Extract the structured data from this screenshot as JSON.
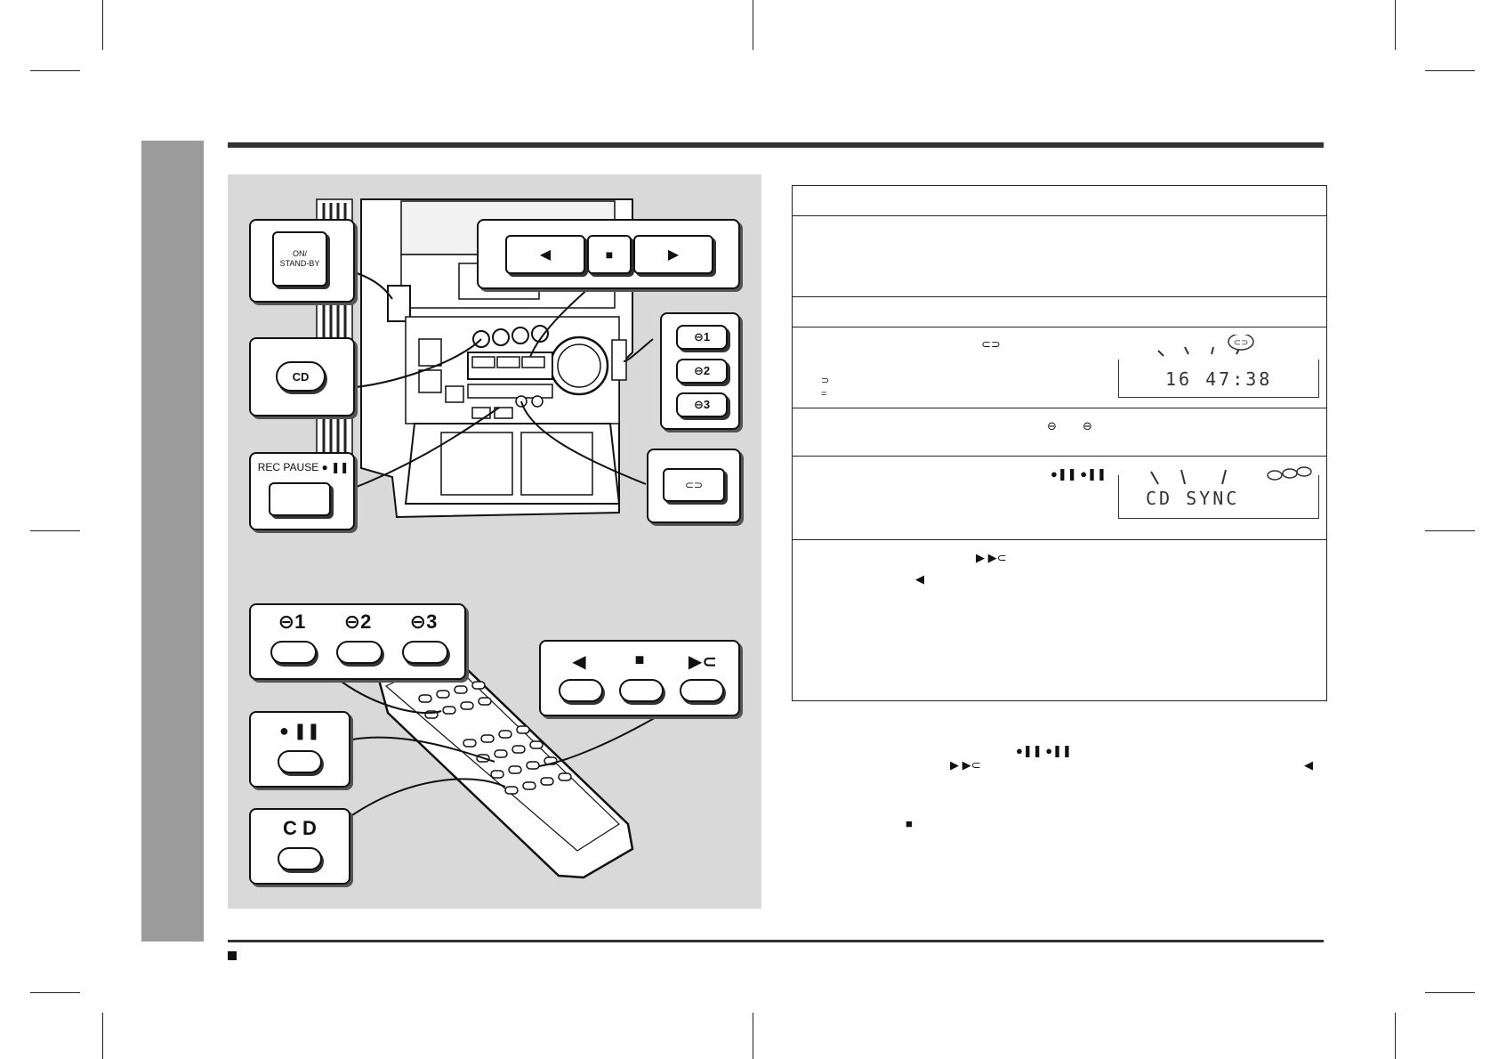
{
  "remote_buttons": {
    "power": "ON/\nSTAND-BY",
    "cd": "CD",
    "rec_pause": "REC PAUSE ● ❚❚",
    "disc1": "⊖1",
    "disc2": "⊖2",
    "disc3": "⊖3",
    "rec_pause_remote": "● ❚❚",
    "cd_remote": "C D"
  },
  "unit_buttons": {
    "rewind": "◀",
    "stop": "■",
    "play": "▶",
    "play_repeat": "▶⊂",
    "disc1": "⊖1",
    "disc2": "⊖2",
    "disc3": "⊖3",
    "tape_dir": "⊂⊃"
  },
  "steps": {
    "s4_symbol": "⊂⊃",
    "s4_left_a": "⊃",
    "s4_left_b": "=",
    "s4_lcd": "16  47:38",
    "s5_a": "⊖",
    "s5_b": "⊖",
    "s6_symbol": "●❚❚  ●❚❚",
    "s6_lcd": "CD  SYNC",
    "s7_symbol": "▶  ▶⊂",
    "s7_sub": "◀"
  },
  "notes": {
    "n1_symbol": "●❚❚  ●❚❚",
    "n2_symbol": "▶  ▶⊂",
    "n2_end": "◀",
    "n3_symbol": "■"
  }
}
